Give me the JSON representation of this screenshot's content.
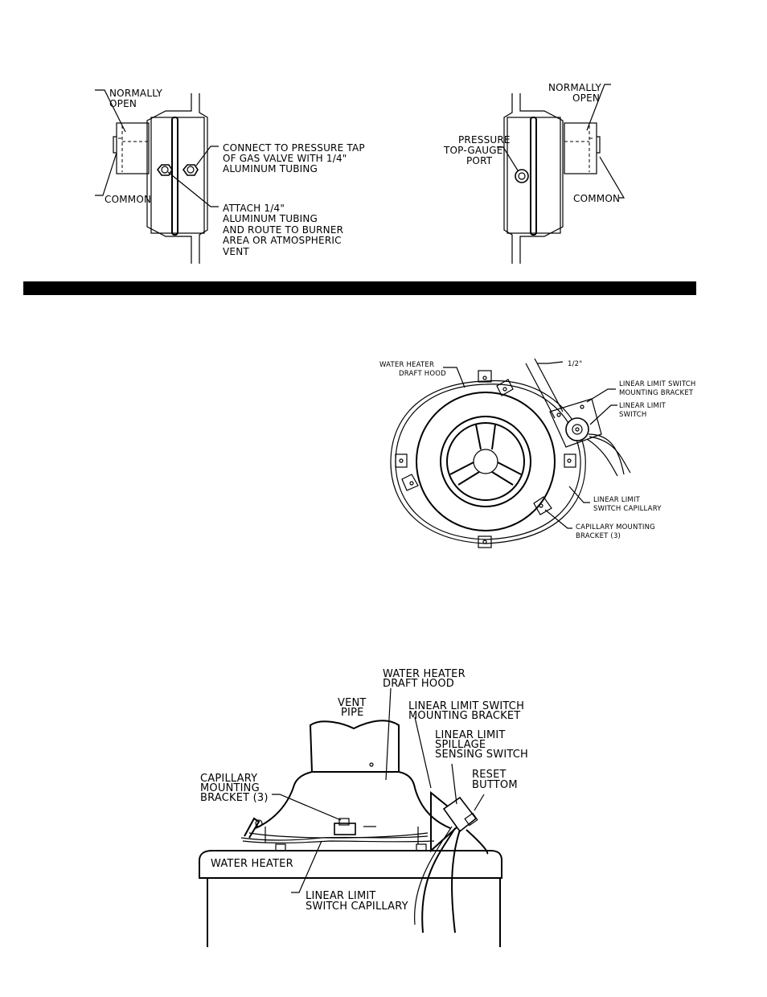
{
  "fig1_left": {
    "normally_open": [
      "NORMALLY",
      "OPEN"
    ],
    "common": "COMMON",
    "connect": [
      "CONNECT TO PRESSURE TAP",
      "OF GAS VALVE WITH 1/4\"",
      "ALUMINUM TUBING"
    ],
    "attach": [
      "ATTACH 1/4\"",
      "ALUMINUM TUBING",
      "AND ROUTE TO BURNER",
      "AREA OR ATMOSPHERIC",
      "VENT"
    ]
  },
  "fig1_right": {
    "normally_open": [
      "NORMALLY",
      "OPEN"
    ],
    "pressure": [
      "PRESSURE",
      "TOP-GAUGE",
      "PORT"
    ],
    "common": "COMMON"
  },
  "fig2": {
    "draft_hood": [
      "WATER HEATER",
      "DRAFT HOOD"
    ],
    "dimension": "1/2\"",
    "mounting_bracket": [
      "LINEAR LIMIT SWITCH",
      "MOUNTING BRACKET"
    ],
    "limit_switch": [
      "LINEAR LIMIT",
      "SWITCH"
    ],
    "capillary": [
      "LINEAR LIMIT",
      "SWITCH CAPILLARY"
    ],
    "cap_bracket": [
      "CAPILLARY MOUNTING",
      "BRACKET (3)"
    ]
  },
  "fig3": {
    "draft_hood": [
      "WATER HEATER",
      "DRAFT HOOD"
    ],
    "vent_pipe": [
      "VENT",
      "PIPE"
    ],
    "mounting_bracket": [
      "LINEAR LIMIT SWITCH",
      "MOUNTING BRACKET"
    ],
    "spillage_switch": [
      "LINEAR LIMIT",
      "SPILLAGE",
      "SENSING SWITCH"
    ],
    "reset": [
      "RESET",
      "BUTTOM"
    ],
    "cap_bracket": [
      "CAPILLARY",
      "MOUNTING",
      "BRACKET (3)"
    ],
    "water_heater": "WATER HEATER",
    "capillary": [
      "LINEAR LIMIT",
      "SWITCH CAPILLARY"
    ]
  },
  "colors": {
    "ink": "#000000",
    "paper": "#ffffff",
    "band": "#000000"
  }
}
